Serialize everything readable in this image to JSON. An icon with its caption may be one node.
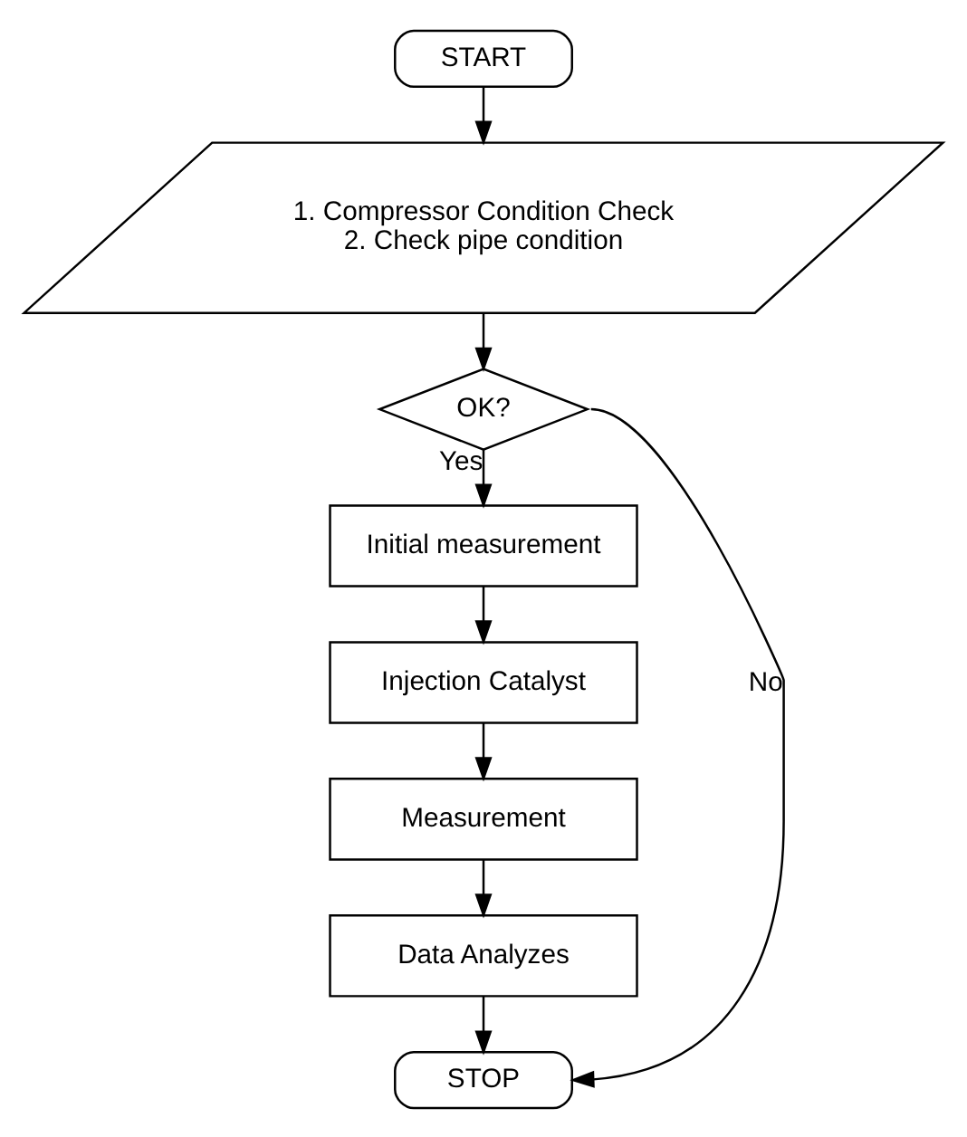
{
  "diagram": {
    "nodes": [
      {
        "text": [
          "START"
        ]
      },
      {
        "text": [
          "1. Compressor Condition Check",
          "2. Check pipe condition"
        ]
      },
      {
        "text": [
          "OK?"
        ]
      },
      {
        "text": [
          "Initial measurement"
        ]
      },
      {
        "text": [
          "Injection Catalyst"
        ]
      },
      {
        "text": [
          "Measurement"
        ]
      },
      {
        "text": [
          "Data Analyzes"
        ]
      },
      {
        "text": [
          "STOP"
        ]
      }
    ],
    "edges": [
      {
        "from": 0,
        "to": 1,
        "arrow": "to"
      },
      {
        "from": 1,
        "to": 2,
        "arrow": "to"
      },
      {
        "from": 2,
        "to": 3,
        "arrow": "to",
        "label": "Yes"
      },
      {
        "from": 3,
        "to": 4,
        "arrow": "to"
      },
      {
        "from": 4,
        "to": 5,
        "arrow": "to"
      },
      {
        "from": 5,
        "to": 6,
        "arrow": "to"
      },
      {
        "from": 6,
        "to": 7,
        "arrow": "to"
      },
      {
        "from": 2,
        "to": 7,
        "arrow": "to",
        "label": "No"
      }
    ]
  }
}
